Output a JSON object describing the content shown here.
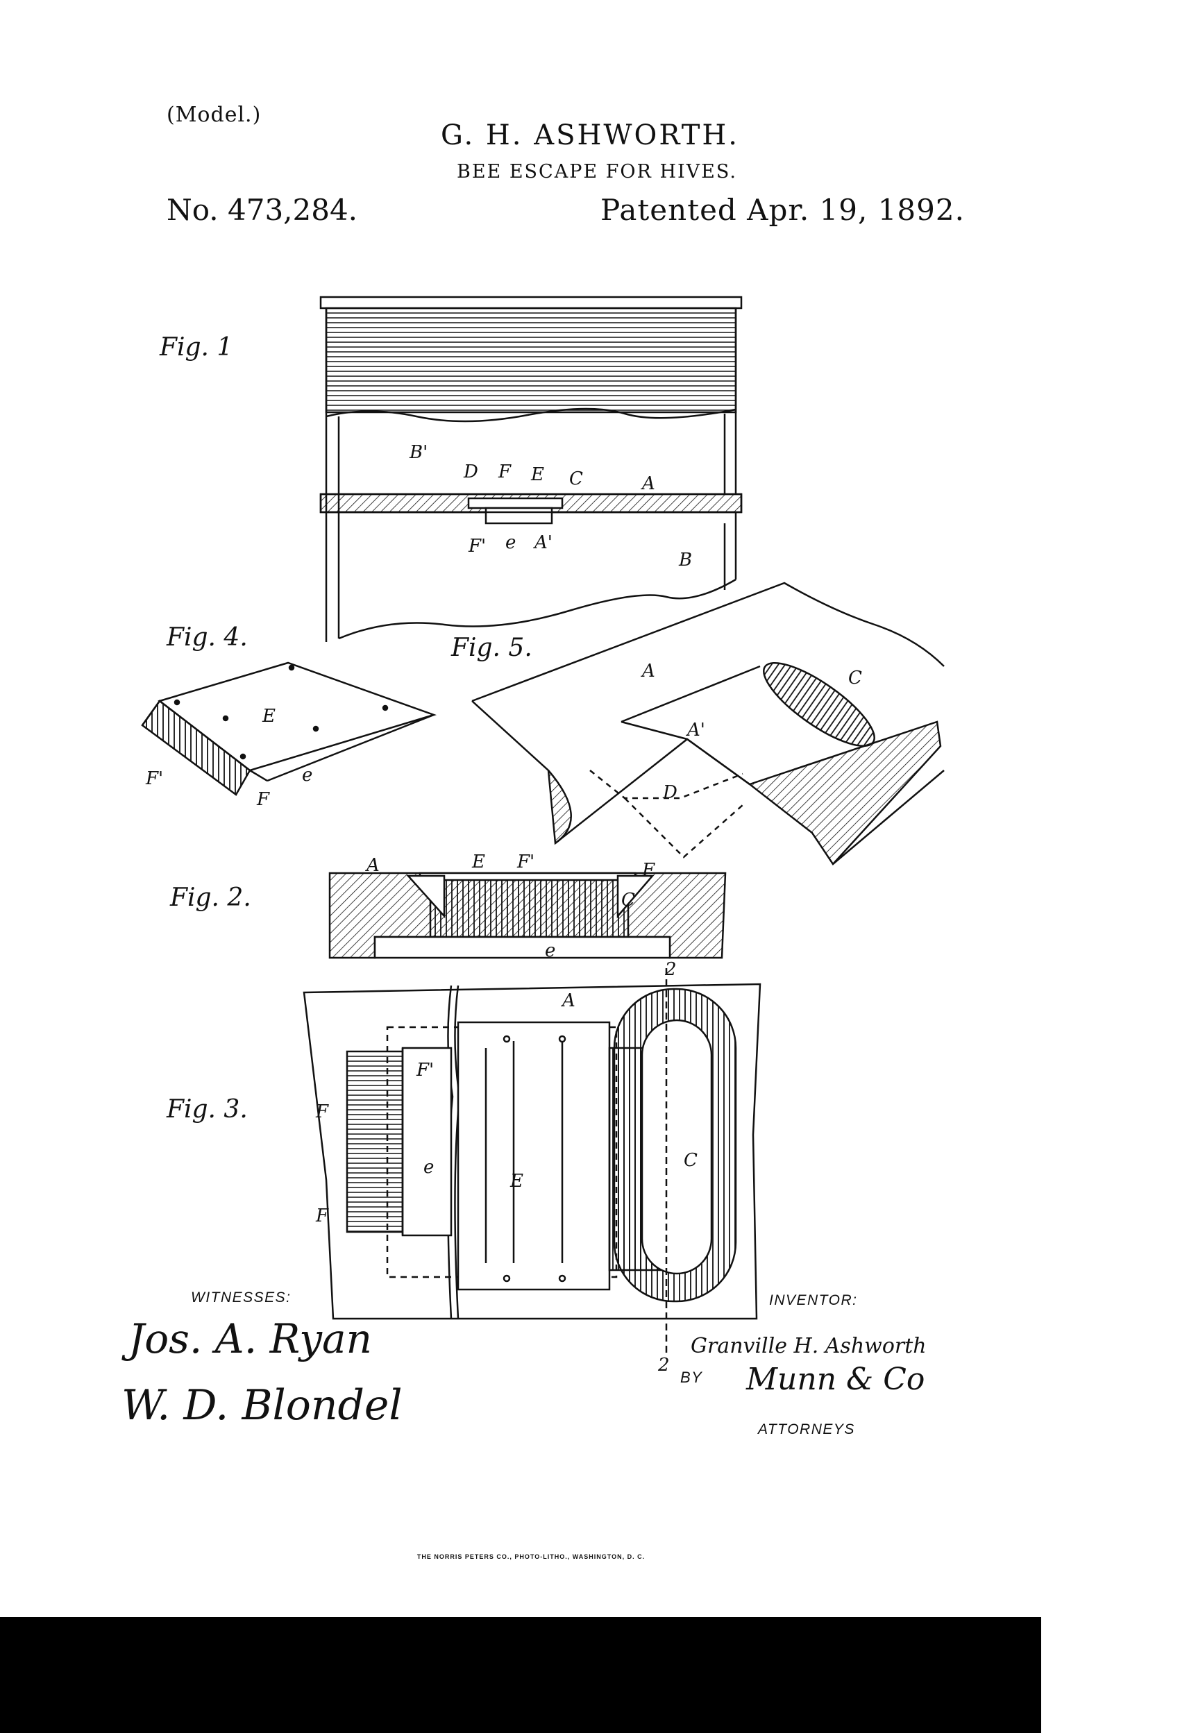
{
  "header": {
    "model": "(Model.)",
    "inventor": "G. H. ASHWORTH.",
    "title": "BEE ESCAPE FOR HIVES.",
    "patent_number": "No. 473,284.",
    "patent_date": "Patented Apr. 19, 1892."
  },
  "figures": {
    "fig1": "Fig. 1",
    "fig2": "Fig. 2.",
    "fig3": "Fig. 3.",
    "fig4": "Fig. 4.",
    "fig5": "Fig. 5."
  },
  "letters": {
    "A": "A",
    "A1": "A'",
    "B": "B",
    "B1": "B'",
    "C": "C",
    "D": "D",
    "E": "E",
    "F": "F",
    "F1": "F'",
    "e": "e",
    "two": "2"
  },
  "footer": {
    "witnesses_label": "WITNESSES:",
    "inventor_label": "INVENTOR:",
    "by_label": "BY",
    "attorneys_label": "ATTORNEYS",
    "printer": "THE NORRIS PETERS CO., PHOTO-LITHO., WASHINGTON, D. C."
  },
  "signatures": {
    "witness1": "Jos. A. Ryan",
    "witness2": "W. D. Blondel",
    "inventor": "Granville H. Ashworth",
    "attorneys": "Munn & Co"
  }
}
